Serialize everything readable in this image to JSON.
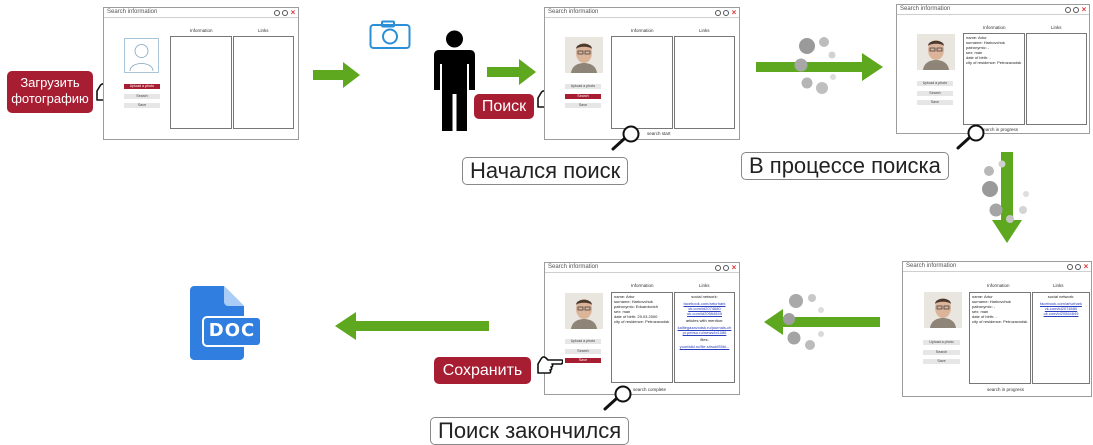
{
  "labels": {
    "upload": "Загрузить\nфотографию",
    "search": "Поиск",
    "save": "Сохранить"
  },
  "captions": {
    "started": "Начался поиск",
    "in_progress": "В процессе поиска",
    "finished": "Поиск закончился"
  },
  "window": {
    "title": "Search information",
    "col_info": "Information",
    "col_links": "Links",
    "btn_upload": "Upload a photo",
    "btn_search": "Search",
    "btn_save": "Save"
  },
  "status": {
    "start": "search start",
    "progress": "search in progress",
    "complete": "search complete"
  },
  "person": {
    "info_text": "name: Artur\nsurname: Harkovchuk\npatronymic: -\nsex: man\ndate of birth: -\ncity of residence: Petrozavodsk",
    "info_text_full": "name: Artur\nsurname: Harkovchuk\npatronymic: Eduardovich\nsex: man\ndate of birth: 29.03.2000\ncity of residence: Petrozavodsk",
    "links_head": "social network:",
    "links_social": "facebook.com/arturhark\nvk.com/id2074680\nok.com/id20564849",
    "links_mention": "articles with mention:",
    "links_mention_urls": "kalitegazavodsk.ru/journals-ch\npr.petrsu.ru/news/id1086",
    "links_files": "files:",
    "links_files_urls": "yourfaild.ru/file.shsubf50bl..."
  },
  "icons": {
    "hand": "pointing-hand-icon",
    "magnifier": "magnifier-icon",
    "camera": "camera-icon",
    "person": "person-silhouette-icon",
    "doc": "doc-file-icon",
    "spinner": "loading-spinner-icon"
  },
  "doc_label": "DOC",
  "colors": {
    "accent_red": "#a71d31",
    "arrow_green": "#5ea81f",
    "doc_blue": "#2f7ee0",
    "camera_blue": "#2b8fd8"
  }
}
